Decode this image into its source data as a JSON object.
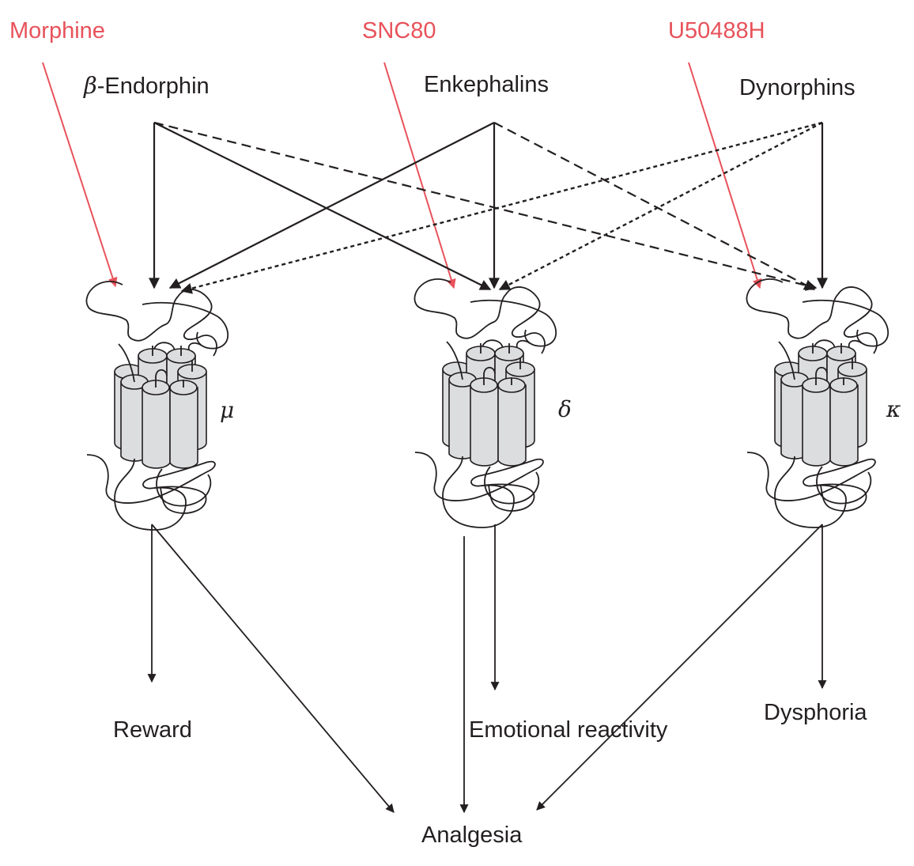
{
  "drugs": [
    {
      "id": "morphine",
      "label": "Morphine",
      "targets": "mu",
      "color": "#e8525a"
    },
    {
      "id": "snc80",
      "label": "SNC80",
      "targets": "delta",
      "color": "#e8525a"
    },
    {
      "id": "u50488h",
      "label": "U50488H",
      "targets": "kappa",
      "color": "#e8525a"
    }
  ],
  "ligands": [
    {
      "id": "beta-endorphin",
      "prefix": "β",
      "label": "-Endorphin"
    },
    {
      "id": "enkephalins",
      "prefix": "",
      "label": "Enkephalins"
    },
    {
      "id": "dynorphins",
      "prefix": "",
      "label": "Dynorphins"
    }
  ],
  "receptors": [
    {
      "id": "mu",
      "symbol": "μ"
    },
    {
      "id": "delta",
      "symbol": "δ"
    },
    {
      "id": "kappa",
      "symbol": "κ"
    }
  ],
  "effects": [
    {
      "id": "reward",
      "label": "Reward"
    },
    {
      "id": "emotional-reactivity",
      "label": "Emotional reactivity"
    },
    {
      "id": "dysphoria",
      "label": "Dysphoria"
    },
    {
      "id": "analgesia",
      "label": "Analgesia"
    }
  ],
  "ligand_receptor_links": [
    {
      "from": "beta-endorphin",
      "to": "mu",
      "style": "solid"
    },
    {
      "from": "beta-endorphin",
      "to": "delta",
      "style": "solid"
    },
    {
      "from": "beta-endorphin",
      "to": "kappa",
      "style": "dashed"
    },
    {
      "from": "enkephalins",
      "to": "mu",
      "style": "solid"
    },
    {
      "from": "enkephalins",
      "to": "delta",
      "style": "solid"
    },
    {
      "from": "enkephalins",
      "to": "kappa",
      "style": "dashed"
    },
    {
      "from": "dynorphins",
      "to": "mu",
      "style": "dotted"
    },
    {
      "from": "dynorphins",
      "to": "delta",
      "style": "dotted"
    },
    {
      "from": "dynorphins",
      "to": "kappa",
      "style": "solid"
    }
  ],
  "receptor_effect_links": [
    {
      "from": "mu",
      "to": "reward"
    },
    {
      "from": "mu",
      "to": "analgesia"
    },
    {
      "from": "delta",
      "to": "emotional-reactivity"
    },
    {
      "from": "delta",
      "to": "analgesia"
    },
    {
      "from": "kappa",
      "to": "dysphoria"
    },
    {
      "from": "kappa",
      "to": "analgesia"
    }
  ]
}
